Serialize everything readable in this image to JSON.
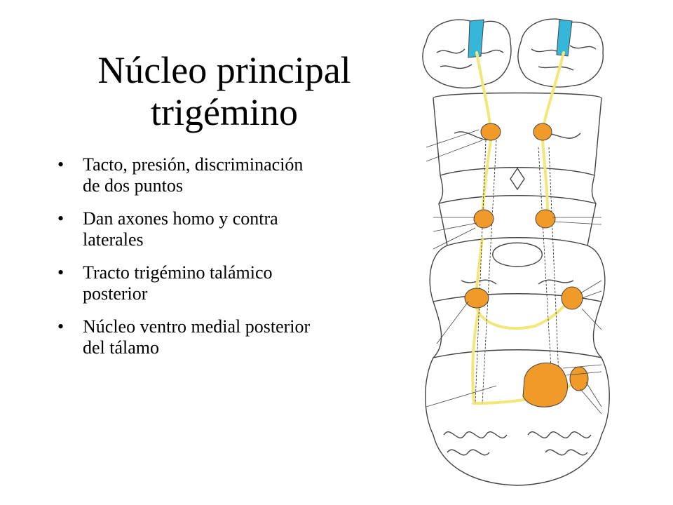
{
  "slide": {
    "title_line1": "Núcleo principal",
    "title_line2": "trigémino"
  },
  "bullets": [
    "Tacto, presión, discriminación de dos puntos",
    "Dan axones homo y contra laterales",
    "Tracto trigémino talámico posterior",
    "Núcleo ventro medial posterior del tálamo"
  ],
  "figure": {
    "colors": {
      "cortex_band": "#36b7d9",
      "nuclei": "#f09a2a",
      "tract": "#f3e77a",
      "outline": "#444444"
    }
  }
}
